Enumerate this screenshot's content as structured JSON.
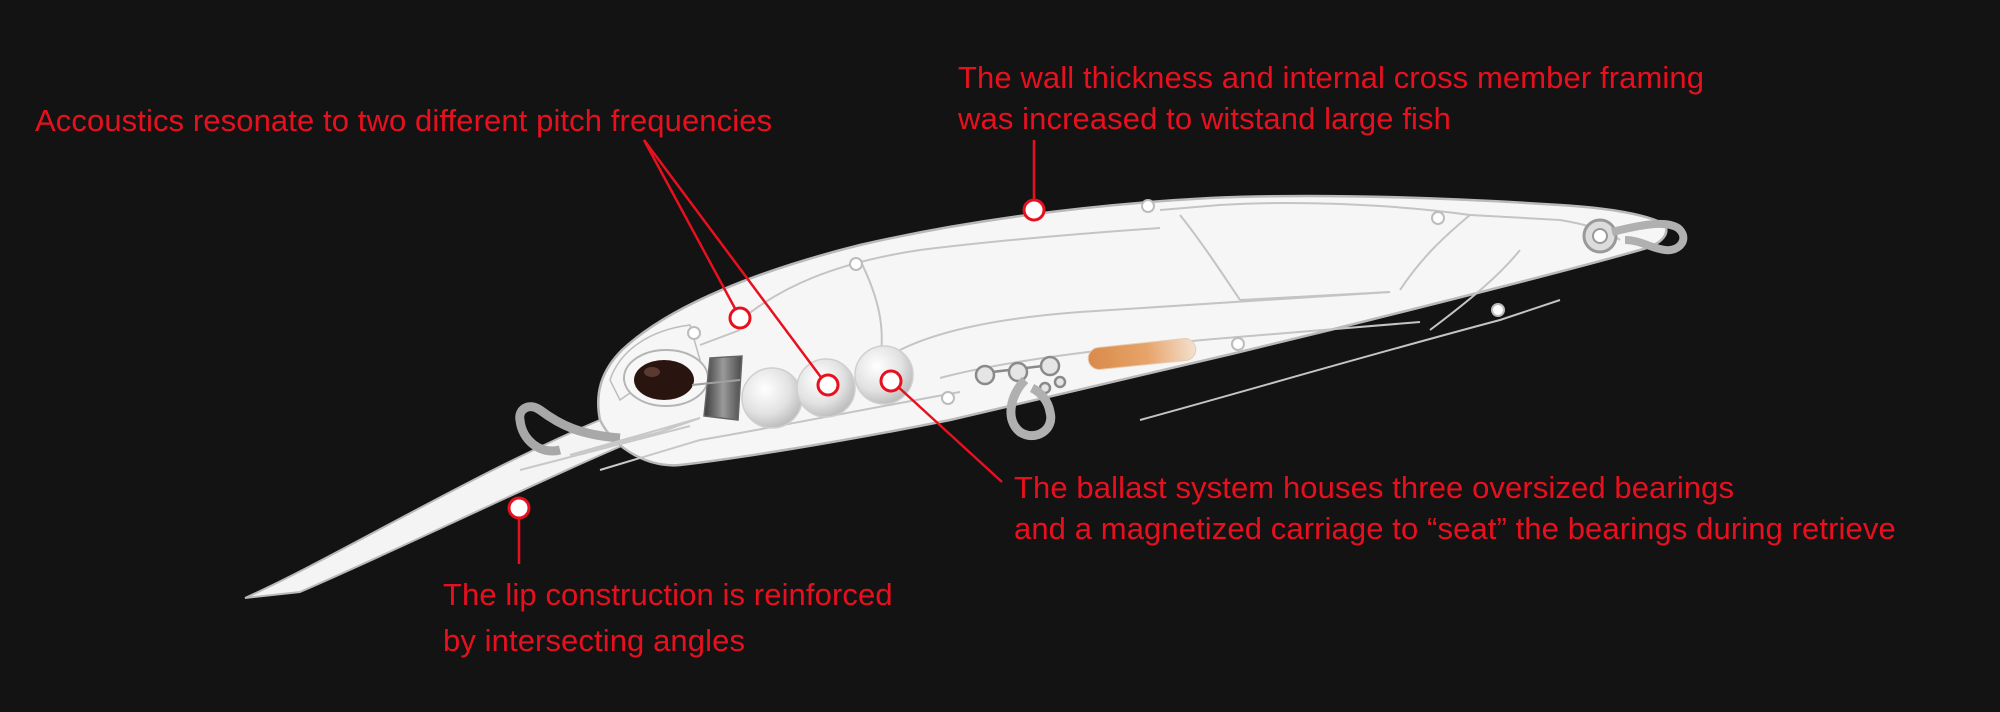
{
  "annotations": {
    "acoustics": {
      "lines": [
        "Accoustics resonate to two different pitch frequencies"
      ]
    },
    "wall": {
      "lines": [
        "The wall thickness and internal cross member framing",
        "was increased to witstand large fish"
      ]
    },
    "ballast": {
      "lines": [
        "The ballast system houses three oversized bearings",
        "and a magnetized carriage to “seat” the bearings during retrieve"
      ]
    },
    "lip": {
      "lines": [
        "The lip construction is reinforced",
        "by intersecting angles"
      ]
    }
  },
  "colors": {
    "background": "#131313",
    "annotation": "#e8101e",
    "body": "#f4f4f4",
    "outline": "#b9b9b9",
    "eye": "#2a1410",
    "carriage": "#d98a4a"
  }
}
